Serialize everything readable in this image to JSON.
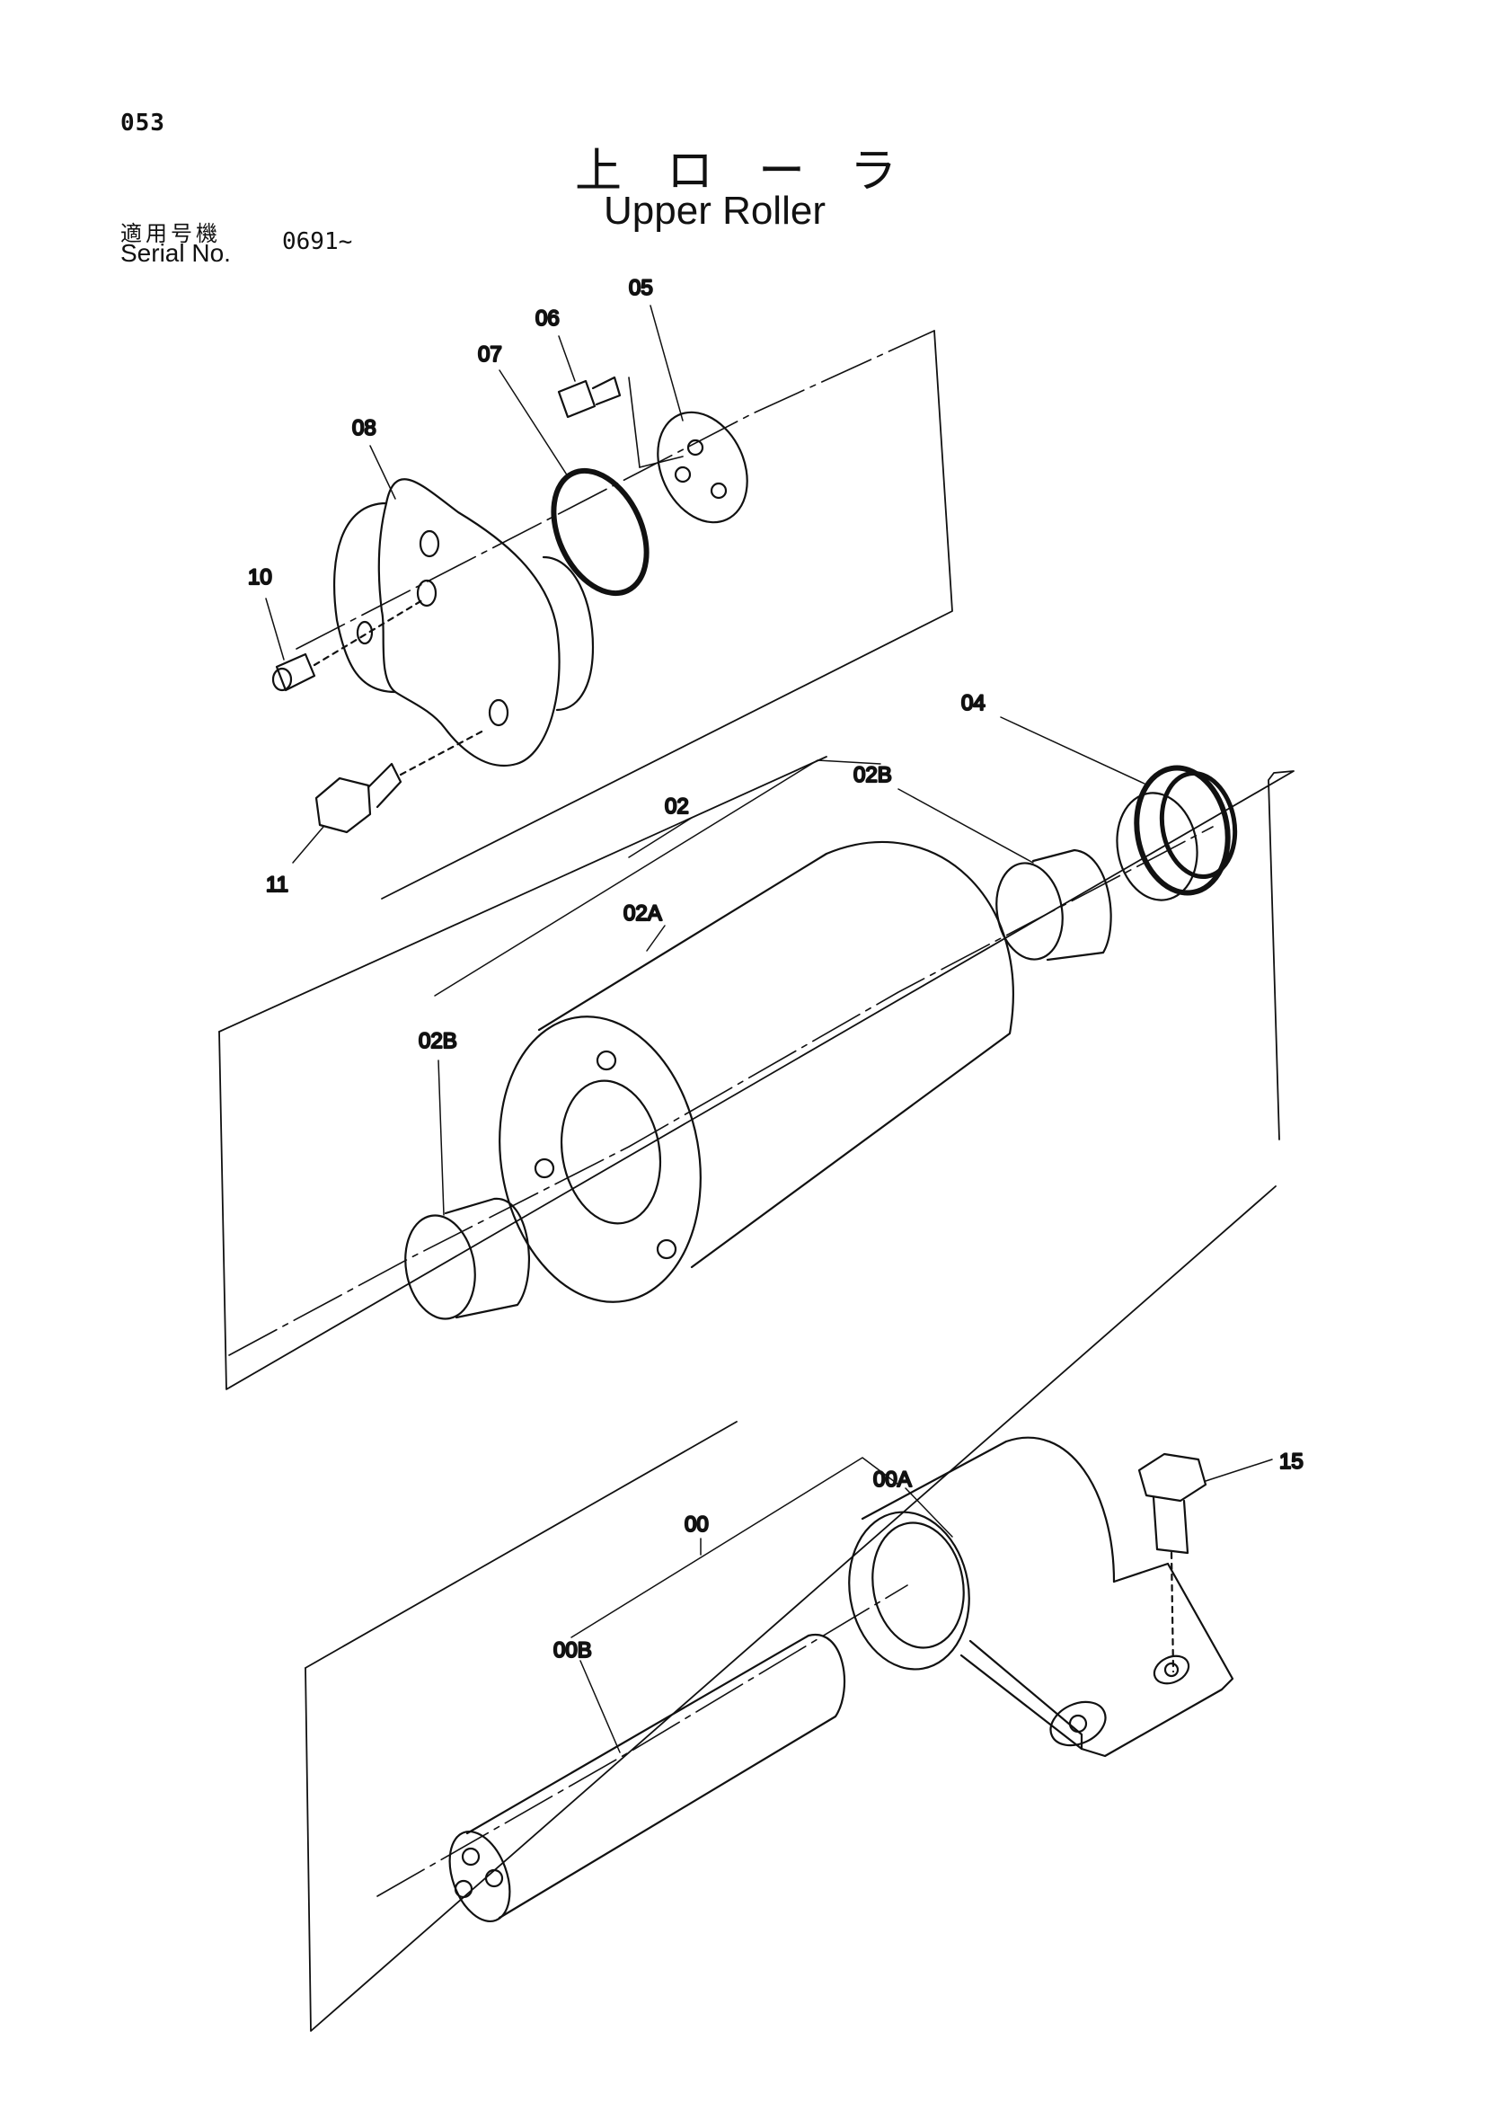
{
  "header": {
    "page_number": "053",
    "title_jp": "上ローラ",
    "title_en": "Upper Roller",
    "serial_label_jp": "適用号機",
    "serial_label_en": "Serial No.",
    "serial_value": "0691~"
  },
  "callouts": {
    "c05": "05",
    "c06": "06",
    "c07": "07",
    "c08": "08",
    "c10": "10",
    "c11": "11",
    "c04": "04",
    "c02": "02",
    "c02b_top": "02B",
    "c02a": "02A",
    "c02b_left": "02B",
    "c00": "00",
    "c00a": "00A",
    "c00b": "00B",
    "c15": "15"
  }
}
